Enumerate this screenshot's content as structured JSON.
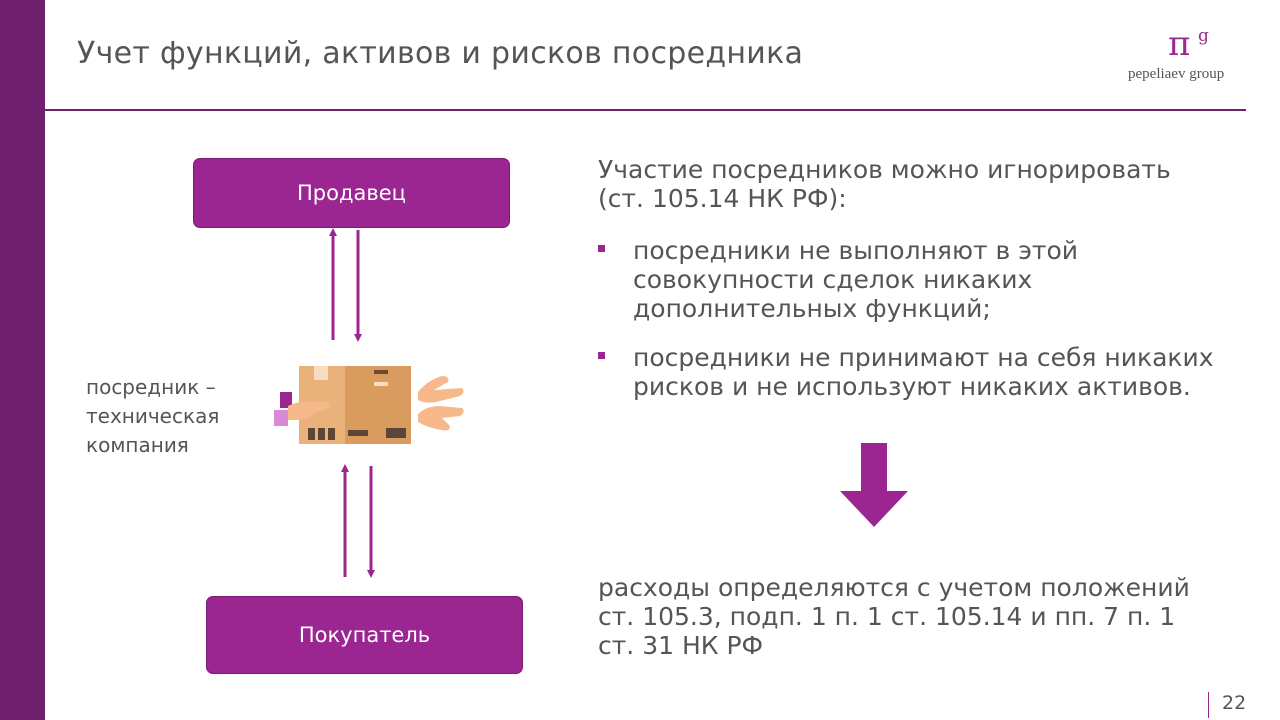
{
  "slide": {
    "title": "Учет функций, активов и рисков посредника",
    "page_number": "22"
  },
  "logo": {
    "symbol": "π",
    "superscript": "g",
    "text": "pepeliaev group"
  },
  "diagram": {
    "seller_label": "Продавец",
    "buyer_label": "Покупатель",
    "intermediary_lines": [
      "посредник –",
      "техническая",
      "компания"
    ]
  },
  "content": {
    "heading_lines": [
      "Участие посредников можно игнорировать",
      "(ст. 105.14 НК РФ):"
    ],
    "bullets": [
      "посредники не выполняют в этой совокупности сделок никаких дополнительных функций;",
      "посредники не принимают на себя никаких рисков и не используют никаких активов."
    ],
    "conclusion_lines": [
      "расходы определяются с учетом положений",
      "ст. 105.3, подп. 1 п. 1 ст. 105.14 и пп. 7 п. 1",
      "ст. 31 НК РФ"
    ]
  },
  "colors": {
    "accent": "#9b2591",
    "dark_accent": "#6e1f6e",
    "text": "#555555"
  }
}
